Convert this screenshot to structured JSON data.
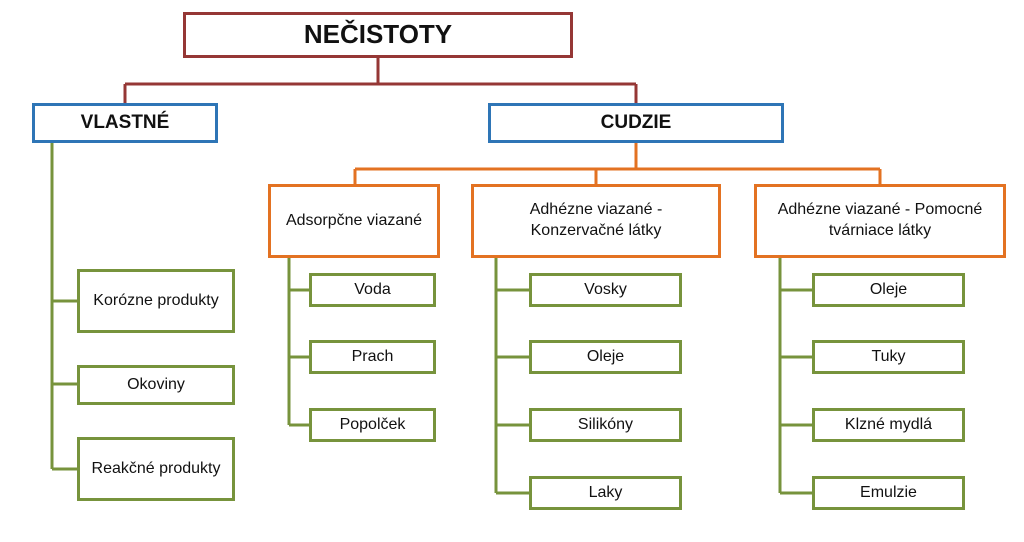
{
  "colors": {
    "root": "#953735",
    "category": "#2e75b6",
    "subcategory": "#e37222",
    "leaf": "#77933c"
  },
  "root": {
    "label": "NEČISTOTY"
  },
  "vlastne": {
    "label": "VLASTNÉ",
    "items": [
      "Korózne produkty",
      "Okoviny",
      "Reakčné produkty"
    ]
  },
  "cudzie": {
    "label": "CUDZIE",
    "groups": [
      {
        "label": "Adsorpčne viazané",
        "items": [
          "Voda",
          "Prach",
          "Popolček"
        ]
      },
      {
        "label": "Adhézne viazané - Konzervačné látky",
        "items": [
          "Vosky",
          "Oleje",
          "Silikóny",
          "Laky"
        ]
      },
      {
        "label": "Adhézne viazané - Pomocné tvárniace látky",
        "items": [
          "Oleje",
          "Tuky",
          "Klzné mydlá",
          "Emulzie"
        ]
      }
    ]
  }
}
